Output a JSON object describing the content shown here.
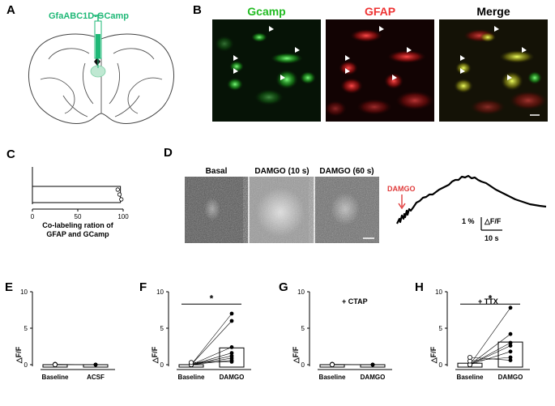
{
  "panel_letters": {
    "a": "A",
    "b": "B",
    "c": "C",
    "d": "D",
    "e": "E",
    "f": "F",
    "g": "G",
    "h": "H"
  },
  "panel_a": {
    "injection_label": "GfaABC1D-GCamp"
  },
  "panel_b": {
    "titles": [
      "Gcamp",
      "GFAP",
      "Merge"
    ],
    "colors": [
      "#22bb22",
      "#ee3333",
      "#000000"
    ]
  },
  "panel_c": {
    "xlabel_line1": "Co-labeling ration of",
    "xlabel_line2": "GFAP and GCamp"
  },
  "panel_d": {
    "image_titles": [
      "Basal",
      "DAMGO (10 s)",
      "DAMGO (60 s)"
    ],
    "stim_label": "DAMGO",
    "scale_y": "1 %",
    "scale_y_unit": "△F/F",
    "scale_x": "10 s"
  },
  "panel_e": {
    "ylabel": "△F/F",
    "condition": ""
  },
  "panel_f": {
    "ylabel": "△F/F",
    "sig": "*"
  },
  "panel_g": {
    "ylabel": "△F/F",
    "condition": "+ CTAP"
  },
  "panel_h": {
    "ylabel": "△F/F",
    "condition": "+ TTX",
    "sig": "*"
  },
  "chart_data": [
    {
      "panel": "C",
      "type": "bar",
      "orientation": "horizontal",
      "categories": [
        ""
      ],
      "values": [
        97
      ],
      "points": [
        94,
        96,
        98
      ],
      "xlim": [
        0,
        100
      ],
      "xticks": [
        0,
        50,
        100
      ],
      "xlabel": "Co-labeling ration of GFAP and GCamp"
    },
    {
      "panel": "E",
      "type": "bar",
      "categories": [
        "Baseline",
        "ACSF"
      ],
      "values": [
        0,
        0
      ],
      "paired_points": [
        [
          0.05,
          0.0
        ],
        [
          0.0,
          0.0
        ],
        [
          0.0,
          0.0
        ]
      ],
      "ylim": [
        0,
        10
      ],
      "yticks": [
        0,
        5,
        10
      ],
      "ylabel": "△F/F"
    },
    {
      "panel": "F",
      "type": "bar",
      "categories": [
        "Baseline",
        "DAMGO"
      ],
      "values": [
        0,
        2.3
      ],
      "paired_points": [
        [
          0,
          7.0
        ],
        [
          0,
          6.0
        ],
        [
          0,
          2.4
        ],
        [
          0,
          1.6
        ],
        [
          0,
          1.2
        ],
        [
          0,
          0.9
        ],
        [
          0,
          0.6
        ],
        [
          0.3,
          0.4
        ]
      ],
      "ylim": [
        0,
        10
      ],
      "yticks": [
        0,
        5,
        10
      ],
      "ylabel": "△F/F",
      "significance": "*"
    },
    {
      "panel": "G",
      "type": "bar",
      "categories": [
        "Baseline",
        "DAMGO"
      ],
      "values": [
        0,
        0
      ],
      "paired_points": [
        [
          0.05,
          0.0
        ],
        [
          0.0,
          0.0
        ],
        [
          0.0,
          0.0
        ]
      ],
      "ylim": [
        0,
        10
      ],
      "yticks": [
        0,
        5,
        10
      ],
      "ylabel": "△F/F",
      "condition": "+ CTAP"
    },
    {
      "panel": "H",
      "type": "bar",
      "categories": [
        "Baseline",
        "DAMGO"
      ],
      "values": [
        0.2,
        3.1
      ],
      "paired_points": [
        [
          0,
          7.8
        ],
        [
          0,
          4.2
        ],
        [
          0,
          3.0
        ],
        [
          0,
          2.6
        ],
        [
          0,
          1.8
        ],
        [
          0.5,
          1.0
        ],
        [
          1.0,
          0.6
        ]
      ],
      "ylim": [
        0,
        10
      ],
      "yticks": [
        0,
        5,
        10
      ],
      "ylabel": "△F/F",
      "condition": "+ TTX",
      "significance": "*"
    }
  ]
}
